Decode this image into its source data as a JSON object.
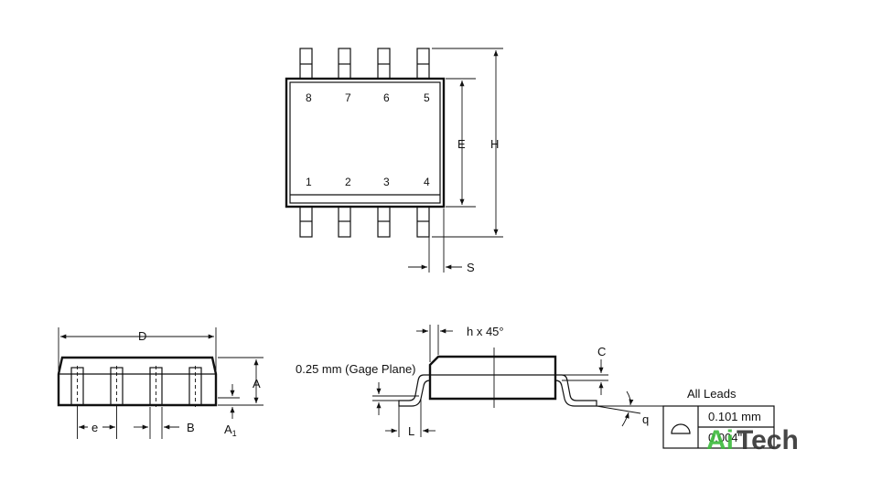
{
  "top_view": {
    "pins_top": [
      "8",
      "7",
      "6",
      "5"
    ],
    "pins_bottom": [
      "1",
      "2",
      "3",
      "4"
    ],
    "dim_E": "E",
    "dim_H": "H",
    "dim_S": "S"
  },
  "side_view": {
    "dim_D": "D",
    "dim_A": "A",
    "dim_A1_main": "A",
    "dim_A1_sub": "1",
    "dim_e": "e",
    "dim_B": "B"
  },
  "end_view": {
    "chamfer": "h x 45°",
    "gage_plane": "0.25 mm (Gage Plane)",
    "dim_C": "C",
    "dim_L": "L",
    "angle": "q"
  },
  "flatness_box": {
    "title": "All Leads",
    "value_mm": "0.101 mm",
    "value_in": "0.004\""
  },
  "watermark": {
    "text_a": "Ai",
    "text_b": "Tech",
    "color_a": "#3dbb3d",
    "color_b": "#333333"
  }
}
